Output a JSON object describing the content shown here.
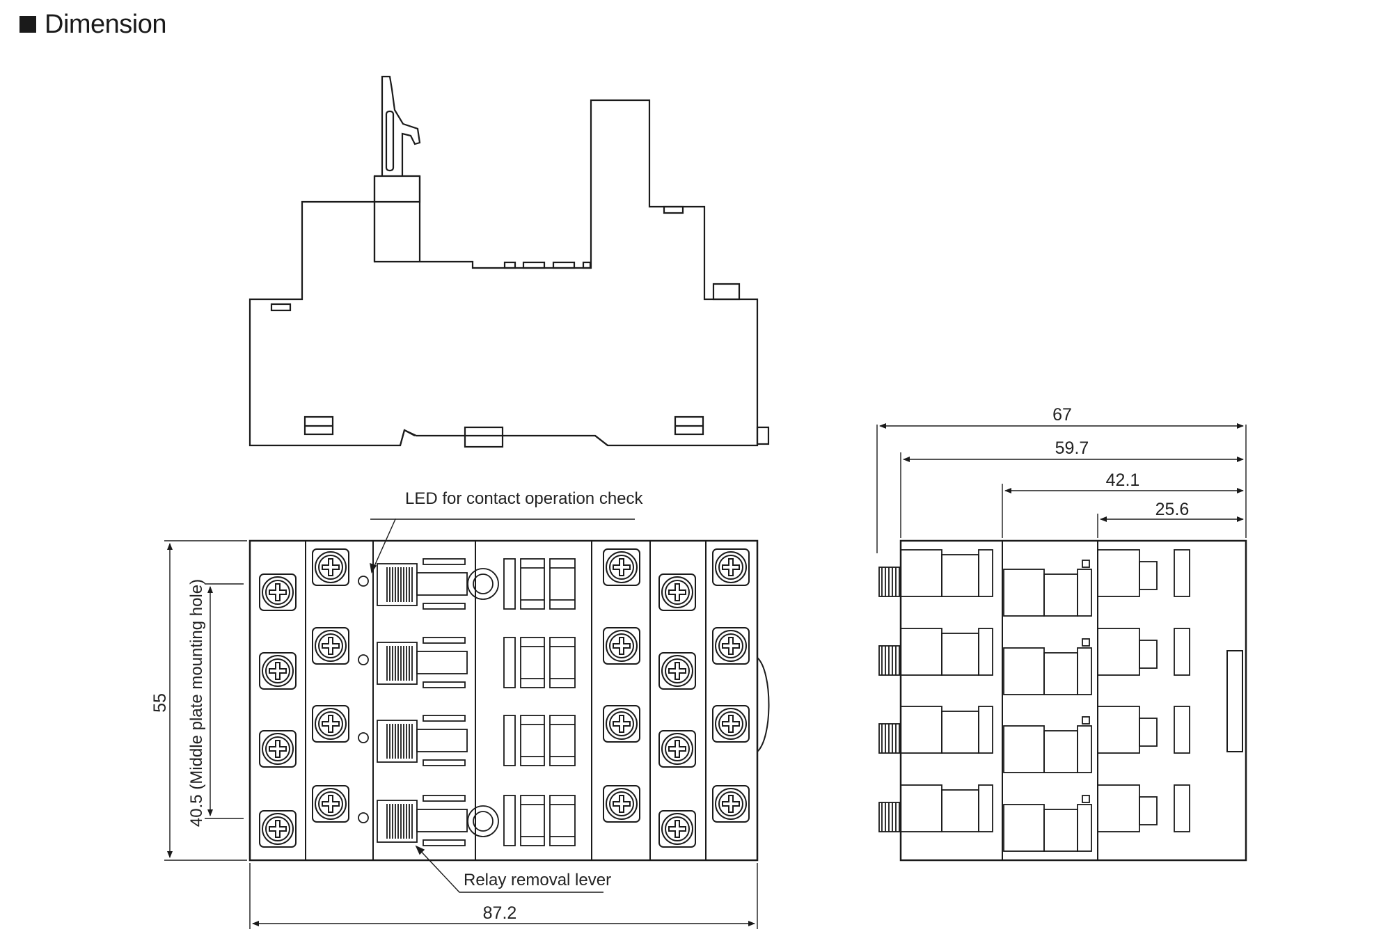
{
  "title": "Dimension",
  "annotations": {
    "led_label": "LED for contact operation check",
    "lever_label": "Relay removal lever",
    "hole_label": "40.5 (Middle plate mounting hole)"
  },
  "dimensions": {
    "width": "87.2",
    "height": "55",
    "depth_total": "67",
    "depth_2": "59.7",
    "depth_3": "42.1",
    "depth_4": "25.6"
  },
  "colors": {
    "line": "#1a1a1a",
    "background": "#ffffff"
  }
}
